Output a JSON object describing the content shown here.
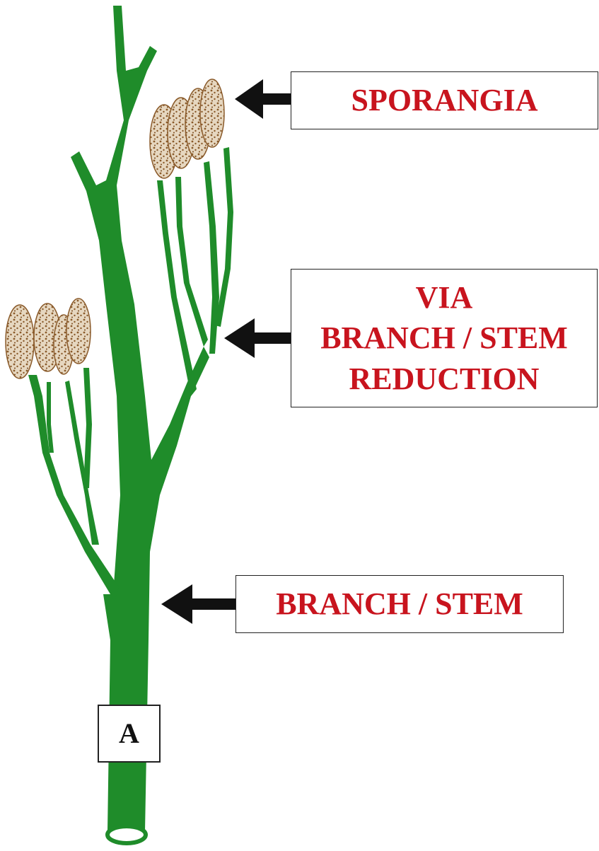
{
  "colors": {
    "stem": "#1f8c2a",
    "stem_dark": "#176d20",
    "sporangium_fill": "#e6d7c0",
    "sporangium_spots": "#8a5a2a",
    "label_text": "#c8141e",
    "arrow": "#111111"
  },
  "labels": {
    "sporangia": "SPORANGIA",
    "via_line1": "VIA",
    "via_line2": "BRANCH / STEM",
    "via_line3": "REDUCTION",
    "branch_stem": "BRANCH / STEM",
    "figure_letter": "A"
  }
}
